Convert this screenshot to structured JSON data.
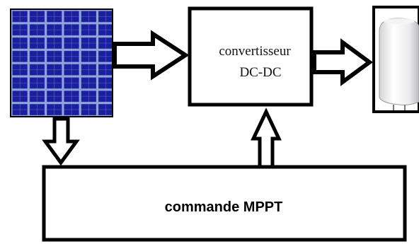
{
  "converter": {
    "line1": "convertisseur",
    "line2": "DC-DC"
  },
  "controller": {
    "label": "commande MPPT"
  },
  "icons": {
    "panel": "solar-panel-icon",
    "load": "water-heater-icon"
  },
  "colors": {
    "panel_cell": "#1b1f9e",
    "panel_grid": "#8fa4d8",
    "outline": "#000000",
    "background": "#ffffff"
  }
}
